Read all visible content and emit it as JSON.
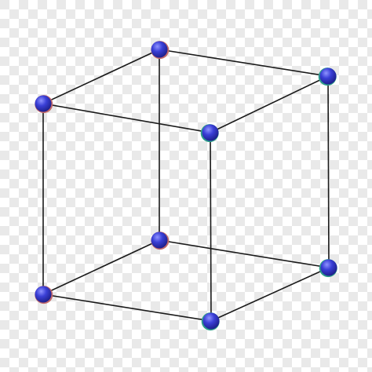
{
  "diagram": {
    "type": "cube-wireframe",
    "vertex_count": 8,
    "edge_count": 12,
    "background": {
      "checker_light": "#ffffff",
      "checker_dark": "#e9e9e9"
    },
    "edge_color": "#1a1a1a",
    "vertex": {
      "fill": "#3a3fd6",
      "highlight": "#8f93ff",
      "shadow": "#1d1f8a",
      "rim_colors": [
        "#c46a6a",
        "#2d9e8a"
      ]
    }
  }
}
